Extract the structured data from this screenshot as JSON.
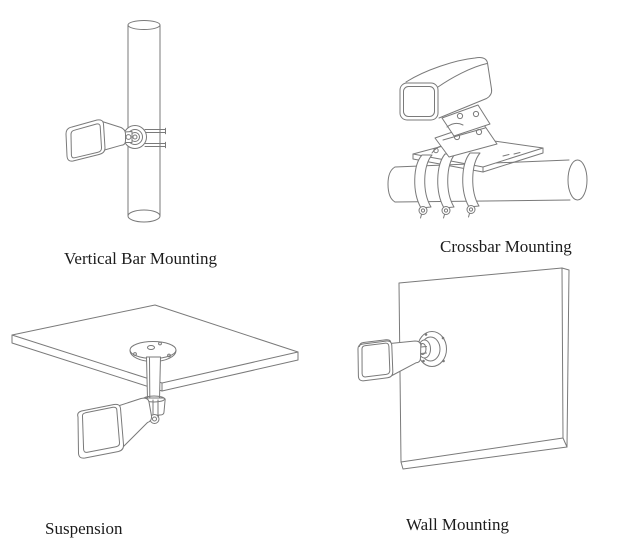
{
  "page": {
    "background_color": "#ffffff",
    "line_color": "#7a7a7a",
    "text_color": "#1c1c1c"
  },
  "figures": [
    {
      "label": "Vertical Bar Mounting",
      "illustration": "bullet-camera-clamped-to-vertical-pole"
    },
    {
      "label": "Crossbar Mounting",
      "illustration": "housed-camera-strapped-to-horizontal-crossbar"
    },
    {
      "label": "Suspension",
      "illustration": "bullet-camera-hanging-from-ceiling-panel"
    },
    {
      "label": "Wall Mounting",
      "illustration": "bullet-camera-on-wall-mount-plate"
    }
  ]
}
